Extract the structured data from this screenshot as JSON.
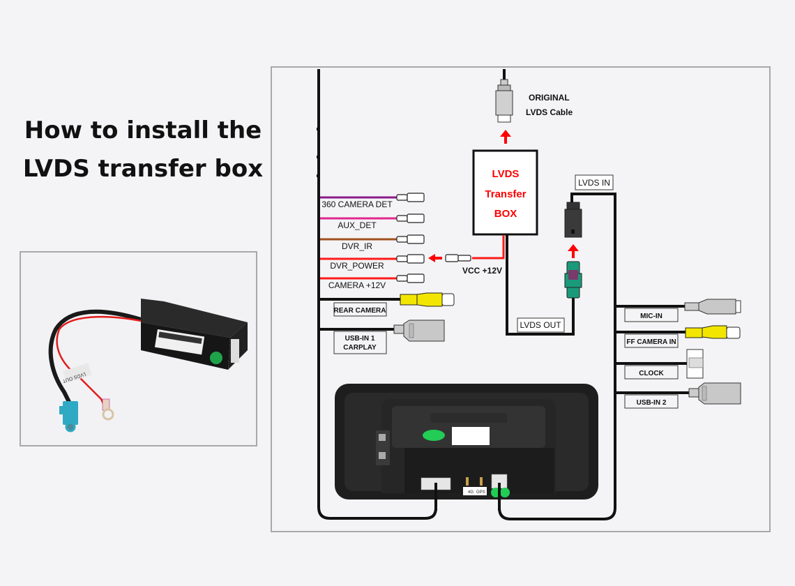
{
  "title": {
    "line1": "How to install the",
    "line2": "LVDS transfer box"
  },
  "photo": {
    "subject": "LVDS transfer box product photo",
    "label_text": "LVDS OUT"
  },
  "diagram": {
    "original_cable": {
      "line1": "ORIGINAL",
      "line2": "LVDS Cable"
    },
    "transfer_box": {
      "line1": "LVDS",
      "line2": "Transfer",
      "line3": "BOX"
    },
    "lvds_in": "LVDS IN",
    "lvds_out": "LVDS OUT",
    "vcc": "VCC +12V",
    "left_wires": [
      {
        "label": "360 CAMERA DET",
        "color": "#8b1a8b"
      },
      {
        "label": "AUX_DET",
        "color": "#e0288c"
      },
      {
        "label": "DVR_IR",
        "color": "#a0501e"
      },
      {
        "label": "DVR_POWER",
        "color": "#ff1a1a"
      },
      {
        "label": "CAMERA +12V",
        "color": "#ff1a1a"
      }
    ],
    "left_connectors": [
      {
        "label": "REAR CAMERA",
        "type": "rca-yellow"
      },
      {
        "label_line1": "USB-IN 1",
        "label_line2": "CARPLAY",
        "type": "usb"
      }
    ],
    "right_connectors": [
      {
        "label": "MIC-IN",
        "type": "mic"
      },
      {
        "label": "FF CAMERA IN",
        "type": "rca-yellow"
      },
      {
        "label": "CLOCK",
        "type": "clock"
      },
      {
        "label": "USB-IN 2",
        "type": "usb"
      }
    ],
    "head_unit": {
      "port_4g": "4G",
      "port_gps": "GPS"
    },
    "colors": {
      "arrow": "#ff0000",
      "cable": "#111111",
      "rca": "#f2e600",
      "fakra_green": "#1a9a7a",
      "fakra_purple": "#7a3a6a",
      "highlight_green": "#22cc55"
    }
  }
}
